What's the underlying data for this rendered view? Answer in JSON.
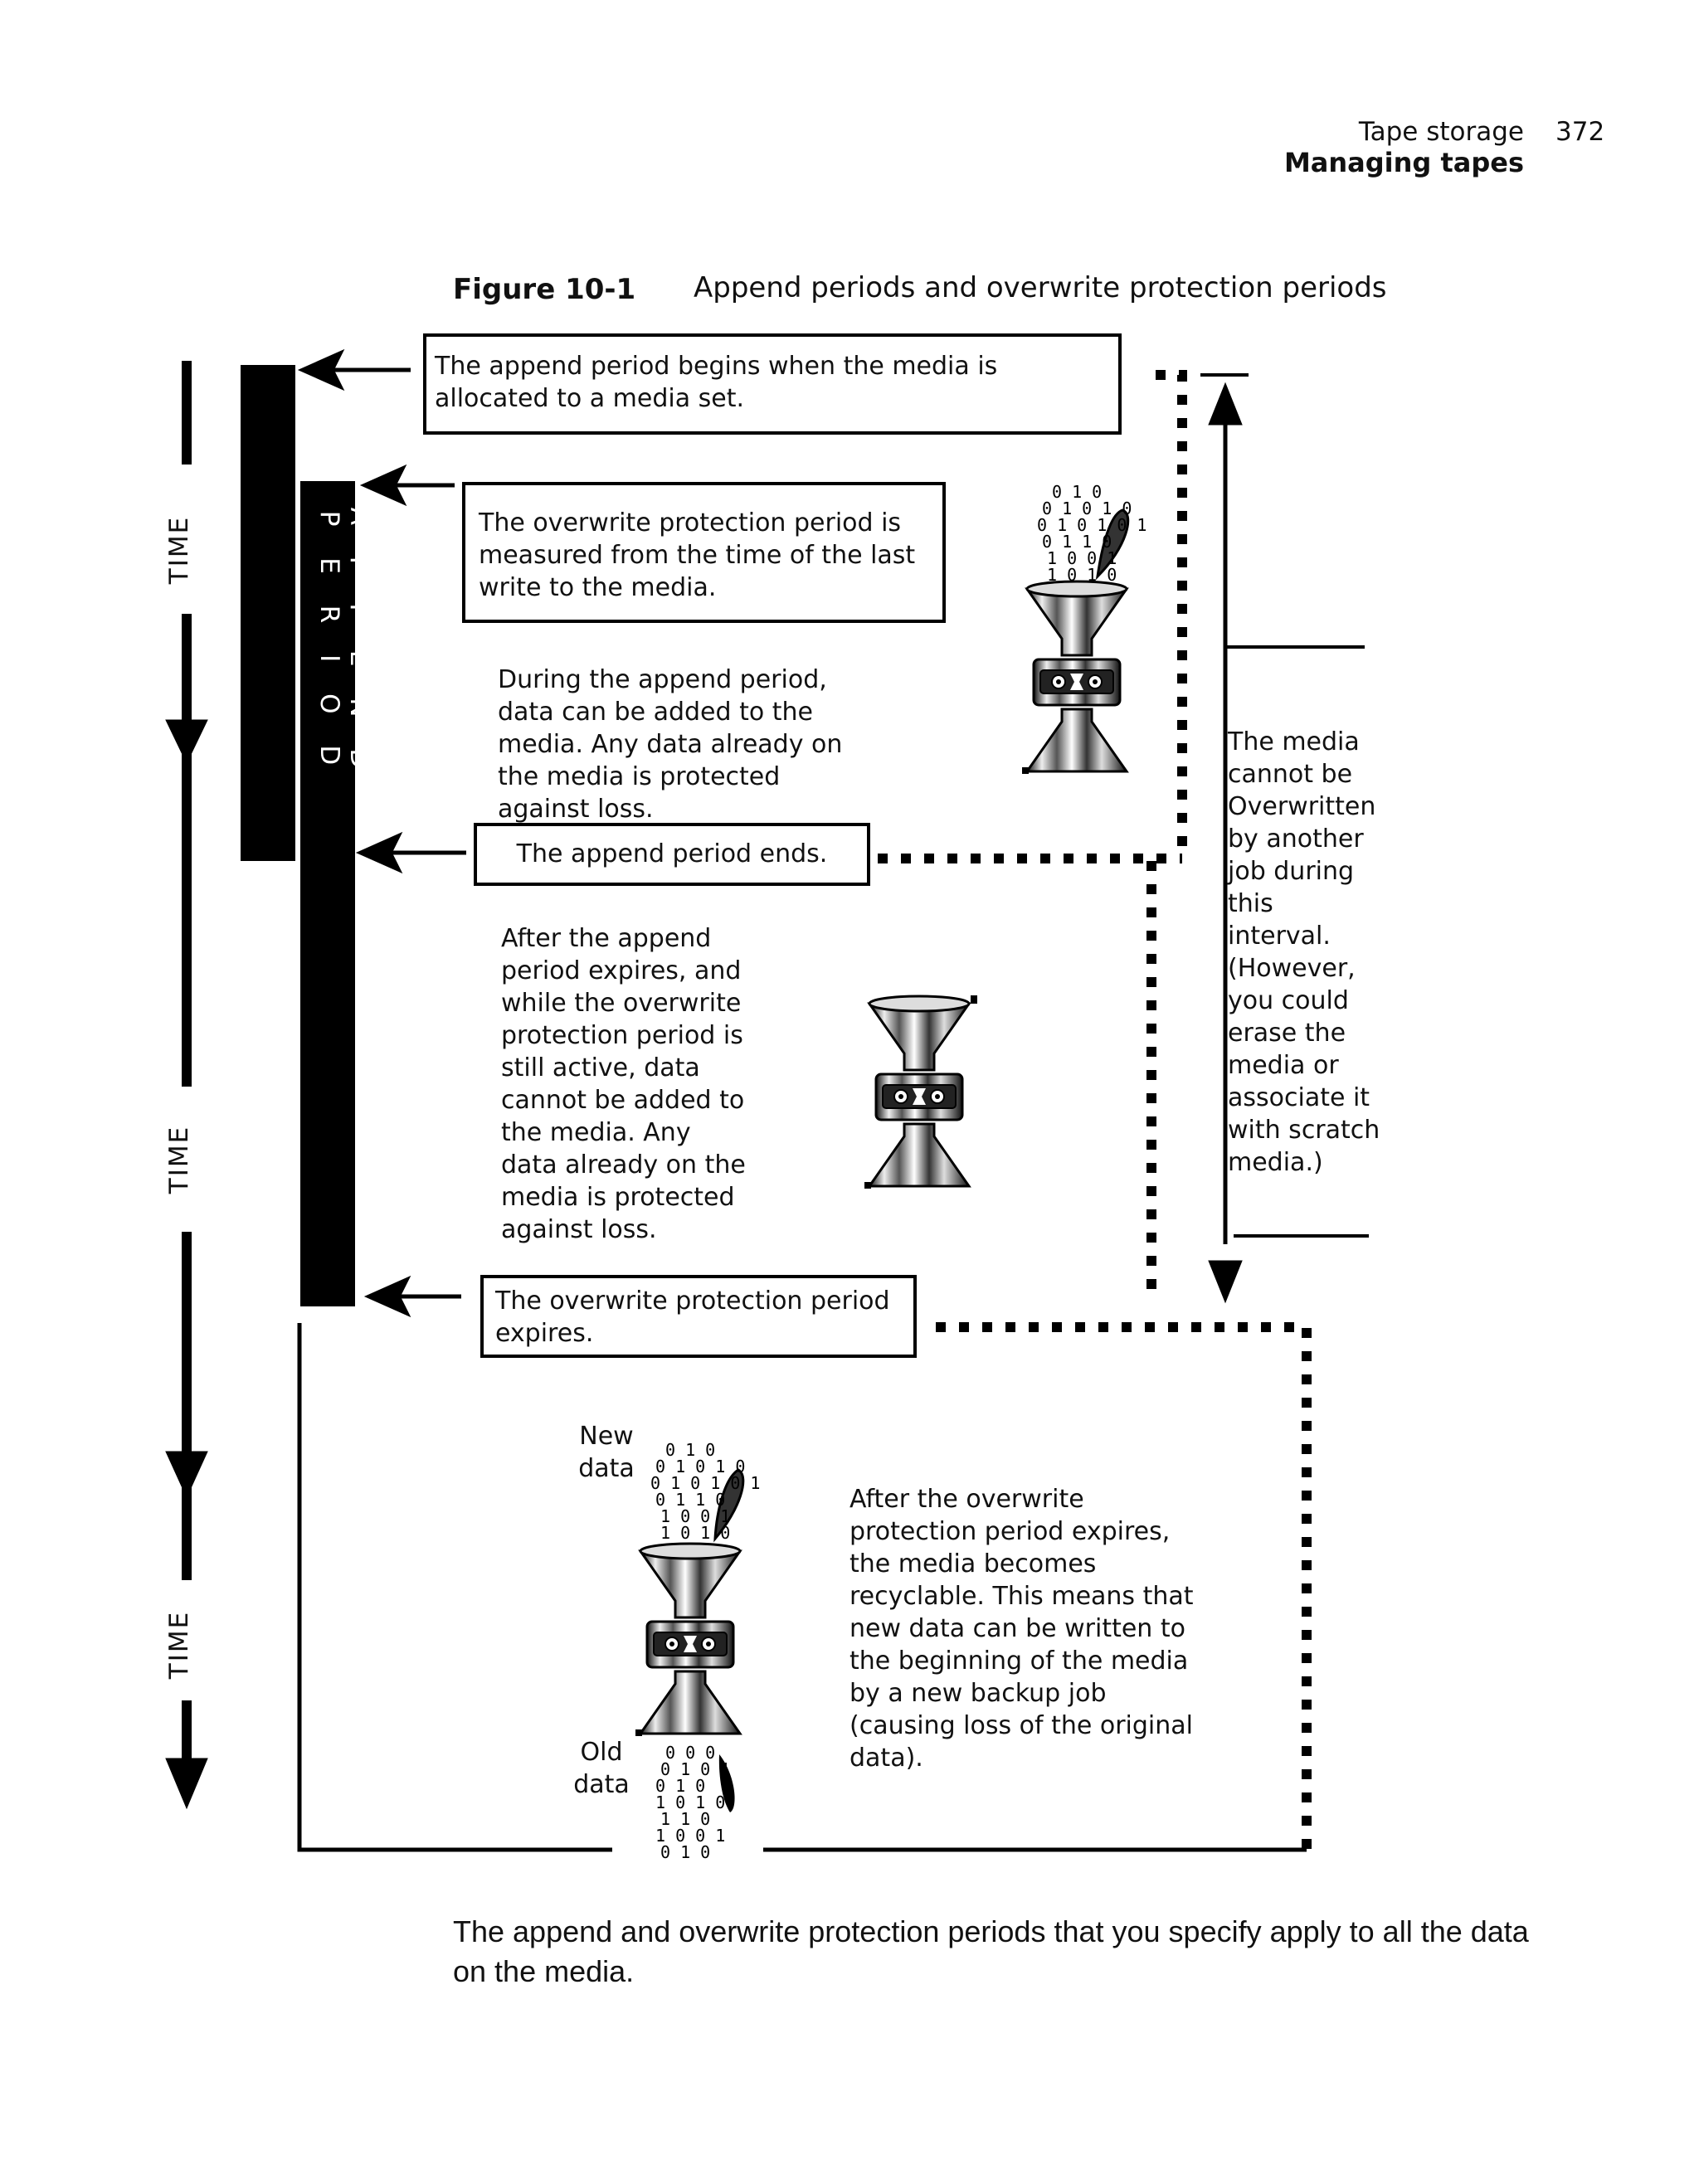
{
  "header": {
    "section": "Tape storage",
    "chapter": "Managing tapes",
    "page_number": "372"
  },
  "figure": {
    "label": "Figure 10-1",
    "title": "Append periods and overwrite protection periods"
  },
  "diagram": {
    "time_labels": [
      "TIME",
      "TIME",
      "TIME"
    ],
    "append_bar_label": "A P P E N D P E R I O D",
    "box_append_begins": "The append period begins when the media is allocated to a media set.",
    "box_overwrite_measured": "The overwrite protection period is measured from the time of the last write to the media.",
    "text_during_append": "During the append period, data can be added to the media. Any data already on the media is protected against loss.",
    "box_append_ends": "The append period ends.",
    "text_after_append": "After the append period expires, and while the overwrite protection period is still active, data cannot be added to the media. Any data already on the media is protected against loss.",
    "box_overwrite_expires": "The overwrite protection period expires.",
    "text_cannot_overwrite": "The media cannot be Overwritten by another job during this interval. (However, you could erase the media or associate it with scratch media.)",
    "label_new_data": "New data",
    "label_old_data": "Old data",
    "text_after_overwrite": "After the overwrite protection period expires, the media becomes recyclable. This means that new data can be written to the beginning of the media by a new backup job (causing loss of the original data)."
  },
  "caption": "The append and overwrite protection periods that you specify apply to all the data on the media."
}
